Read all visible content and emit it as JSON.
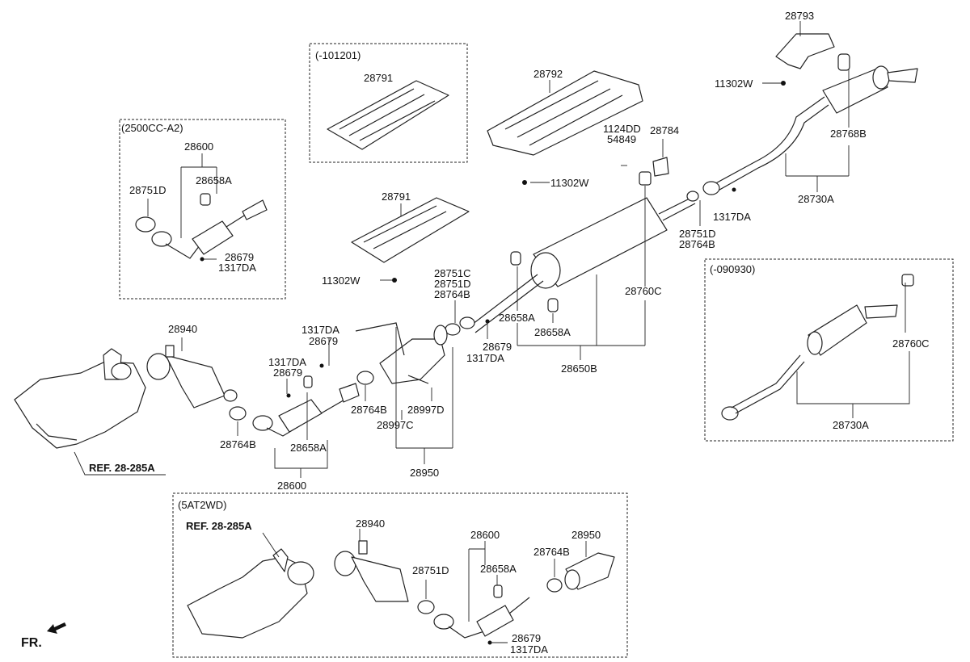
{
  "page": {
    "direction_label": "FR."
  },
  "groups": {
    "g2500": "(2500CC-A2)",
    "g101201": "(-101201)",
    "g090930": "(-090930)",
    "g5at": "(5AT2WD)"
  },
  "labels": {
    "l28793": "28793",
    "l11302w_a": "11302W",
    "l28768b": "28768B",
    "l28730a_a": "28730A",
    "l28792": "28792",
    "l1124dd": "1124DD",
    "l54849": "54849",
    "l28784": "28784",
    "l11302w_b": "11302W",
    "l1317da_a": "1317DA",
    "l28751d_a": "28751D",
    "l28764b_a": "28764B",
    "l28791_a": "28791",
    "l28791_b": "28791",
    "l11302w_c": "11302W",
    "l28600_a": "28600",
    "l28751d_b": "28751D",
    "l28658a_a": "28658A",
    "l28679_a": "28679",
    "l1317da_b": "1317DA",
    "l28751c": "28751C",
    "l28751d_c": "28751D",
    "l28764b_b": "28764B",
    "l28760c_a": "28760C",
    "l28658a_b": "28658A",
    "l28658a_c": "28658A",
    "l28679_b": "28679",
    "l1317da_c": "1317DA",
    "l28650b": "28650B",
    "l28940_a": "28940",
    "l1317da_d": "1317DA",
    "l28679_c": "28679",
    "l1317da_e": "1317DA",
    "l28679_d": "28679",
    "l28764b_c": "28764B",
    "l28997d": "28997D",
    "l28997c": "28997C",
    "l28764b_d": "28764B",
    "l28658a_d": "28658A",
    "l28600_b": "28600",
    "l28950_a": "28950",
    "l28760c_b": "28760C",
    "l28730a_b": "28730A",
    "l28940_b": "28940",
    "l28751d_d": "28751D",
    "l28600_c": "28600",
    "l28658a_e": "28658A",
    "l28764b_e": "28764B",
    "l28950_b": "28950",
    "l28679_e": "28679",
    "l1317da_f": "1317DA"
  },
  "references": {
    "ref_a": "REF. 28-285A",
    "ref_b": "REF. 28-285A"
  }
}
